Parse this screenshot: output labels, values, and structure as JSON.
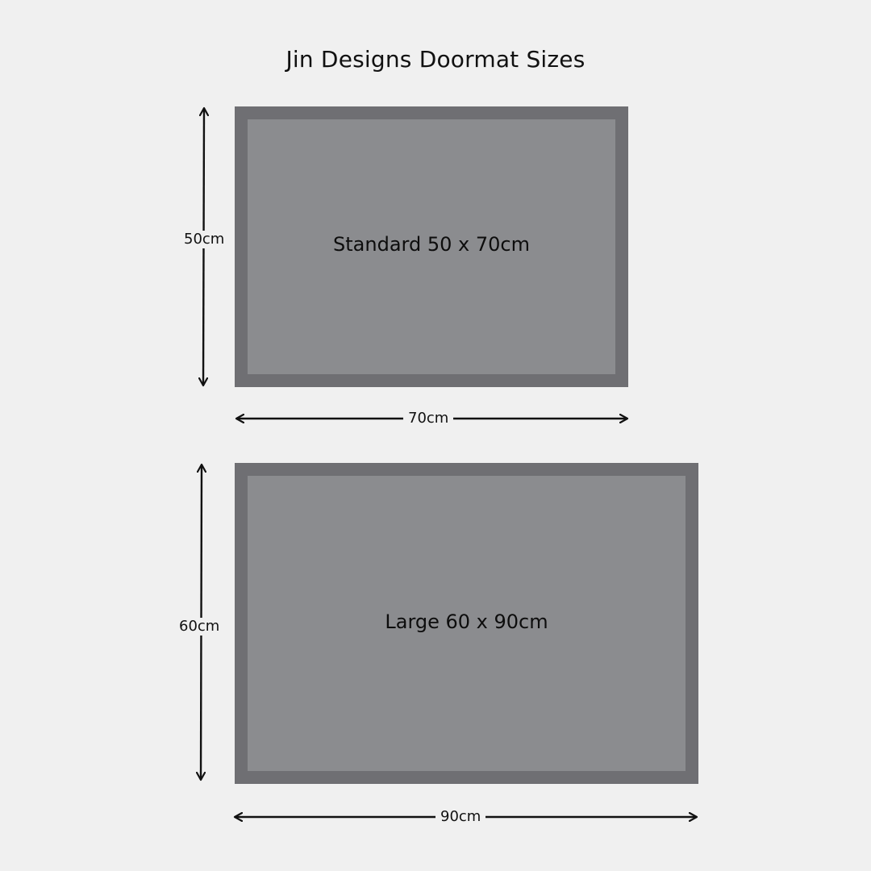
{
  "diagram": {
    "title": "Jin Designs Doormat Sizes",
    "mats": [
      {
        "label": "Standard 50 x 70cm",
        "height_label": "50cm",
        "width_label": "70cm",
        "height_cm": 50,
        "width_cm": 70
      },
      {
        "label": "Large 60 x 90cm",
        "height_label": "60cm",
        "width_label": "90cm",
        "height_cm": 60,
        "width_cm": 90
      }
    ],
    "colors": {
      "background": "#f0f0f0",
      "mat_border": "#6f6f73",
      "mat_fill": "#8b8c8f",
      "text": "#111111"
    }
  }
}
